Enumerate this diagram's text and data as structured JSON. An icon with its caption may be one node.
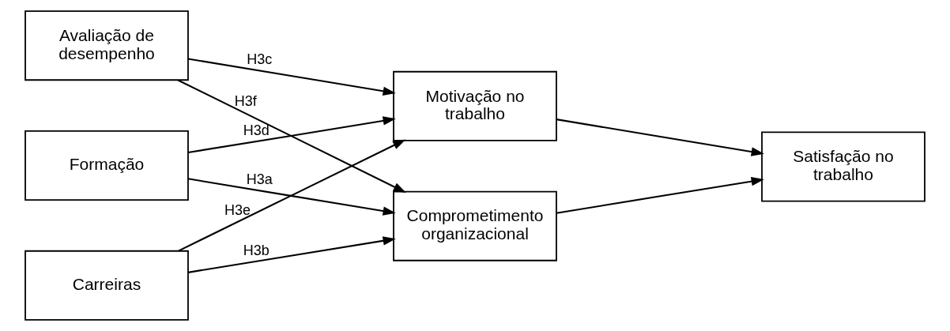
{
  "diagram": {
    "nodes": [
      {
        "text": [
          "Avaliação de desempenho"
        ]
      },
      {
        "text": [
          "Formação"
        ]
      },
      {
        "text": [
          "Carreiras"
        ]
      },
      {
        "text": [
          "Motivação no trabalho"
        ]
      },
      {
        "text": [
          "Comprometimento organizacional"
        ]
      },
      {
        "text": [
          "Satisfação no trabalho"
        ]
      }
    ],
    "edges": [
      {
        "from": 0,
        "to": 3,
        "arrow": "to",
        "label": "H3c"
      },
      {
        "from": 0,
        "to": 4,
        "arrow": "to",
        "label": "H3f"
      },
      {
        "from": 1,
        "to": 3,
        "arrow": "to",
        "label": "H3d"
      },
      {
        "from": 1,
        "to": 4,
        "arrow": "to",
        "label": "H3a"
      },
      {
        "from": 2,
        "to": 3,
        "arrow": "to",
        "label": "H3e"
      },
      {
        "from": 2,
        "to": 4,
        "arrow": "to",
        "label": "H3b"
      },
      {
        "from": 3,
        "to": 5,
        "arrow": "to"
      },
      {
        "from": 4,
        "to": 5,
        "arrow": "to"
      }
    ]
  }
}
